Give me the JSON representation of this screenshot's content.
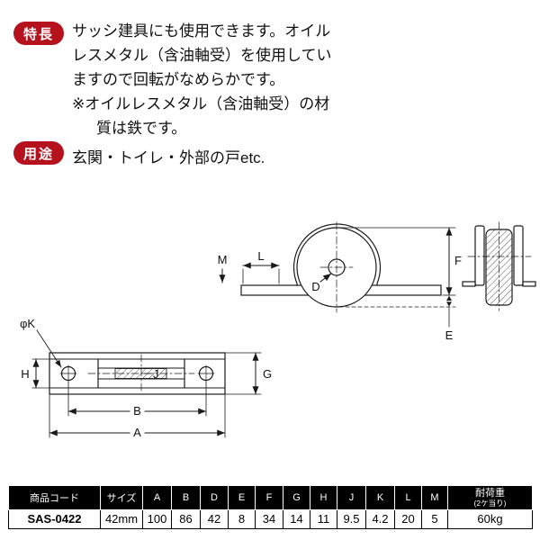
{
  "features": {
    "badge_label": "特長",
    "lines": [
      "サッシ建具にも使用できます。オイル",
      "レスメタル（含油軸受）を使用してい",
      "ますので回転がなめらかです。",
      "※オイルレスメタル（含油軸受）の材",
      "質は鉄です。"
    ]
  },
  "usage": {
    "badge_label": "用途",
    "text": "玄関・トイレ・外部の戸etc."
  },
  "diagram": {
    "labels": {
      "M": "M",
      "L": "L",
      "D": "D",
      "F": "F",
      "E": "E",
      "phiK": "φK",
      "H": "H",
      "J": "J",
      "G": "G",
      "B": "B",
      "A": "A"
    }
  },
  "spec_table": {
    "headers": {
      "code": "商品コード",
      "size": "サイズ",
      "dims": [
        "A",
        "B",
        "D",
        "E",
        "F",
        "G",
        "H",
        "J",
        "K",
        "L",
        "M"
      ],
      "load_line1": "耐荷重",
      "load_line2": "(2ケ当り)"
    },
    "row": {
      "code": "SAS-0422",
      "size": "42mm",
      "values": [
        "100",
        "86",
        "42",
        "8",
        "34",
        "14",
        "11",
        "9.5",
        "4.2",
        "20",
        "5"
      ],
      "load": "60kg"
    }
  },
  "colors": {
    "badge_red": "#b5121e",
    "table_header_bg": "#000000",
    "text": "#111111"
  }
}
